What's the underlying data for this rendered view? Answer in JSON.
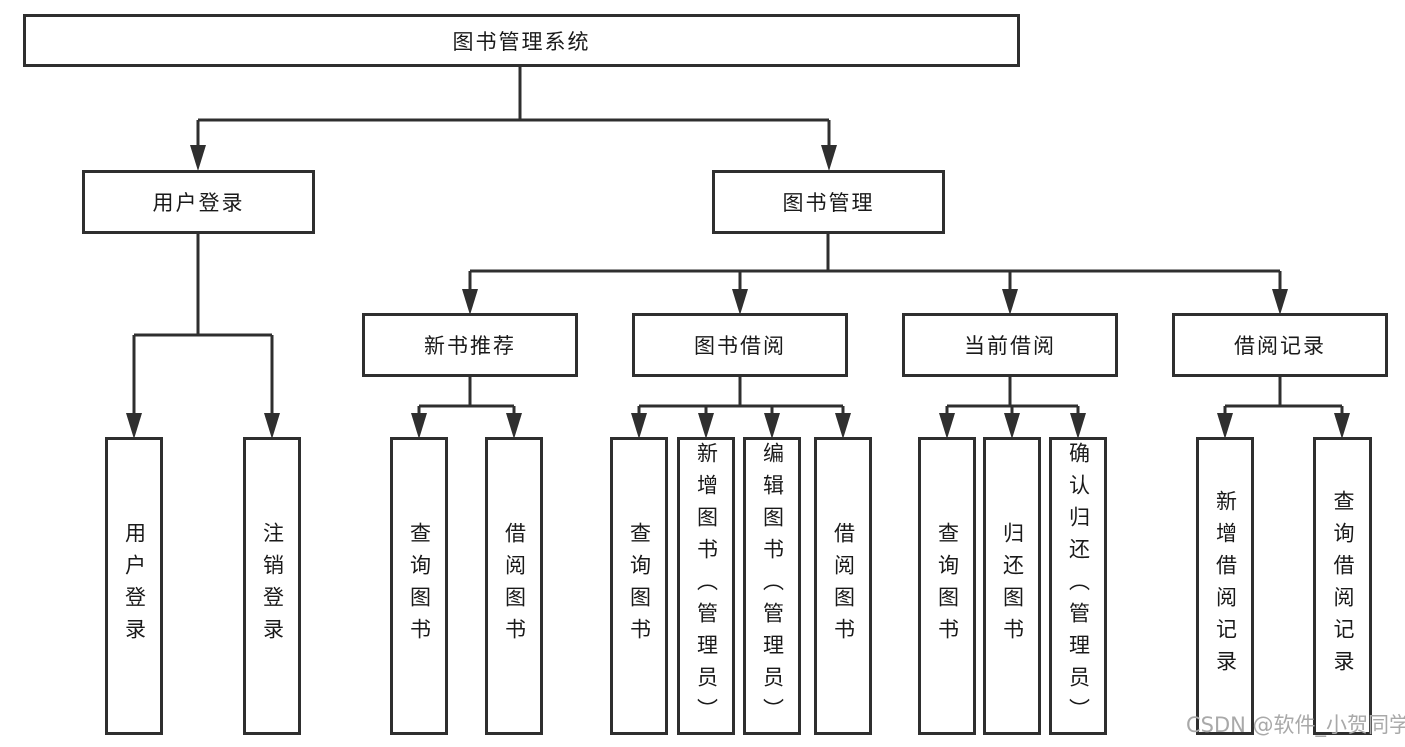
{
  "tree": {
    "root": {
      "label": "图书管理系统"
    },
    "level1": [
      {
        "label": "用户登录",
        "children": [
          {
            "label": "用户登录"
          },
          {
            "label": "注销登录"
          }
        ]
      },
      {
        "label": "图书管理",
        "children": [
          {
            "label": "新书推荐",
            "children": [
              {
                "label": "查询图书"
              },
              {
                "label": "借阅图书"
              }
            ]
          },
          {
            "label": "图书借阅",
            "children": [
              {
                "label": "查询图书"
              },
              {
                "label": "新增图书（管理员）"
              },
              {
                "label": "编辑图书（管理员）"
              },
              {
                "label": "借阅图书"
              }
            ]
          },
          {
            "label": "当前借阅",
            "children": [
              {
                "label": "查询图书"
              },
              {
                "label": "归还图书"
              },
              {
                "label": "确认归还（管理员）"
              }
            ]
          },
          {
            "label": "借阅记录",
            "children": [
              {
                "label": "新增借阅记录"
              },
              {
                "label": "查询借阅记录"
              }
            ]
          }
        ]
      }
    ]
  },
  "watermark": "CSDN @软件_小贺同学",
  "colors": {
    "line": "#2f2f2f",
    "text": "#1a1a1a",
    "watermark": "#a9a9a9",
    "background": "#ffffff"
  }
}
